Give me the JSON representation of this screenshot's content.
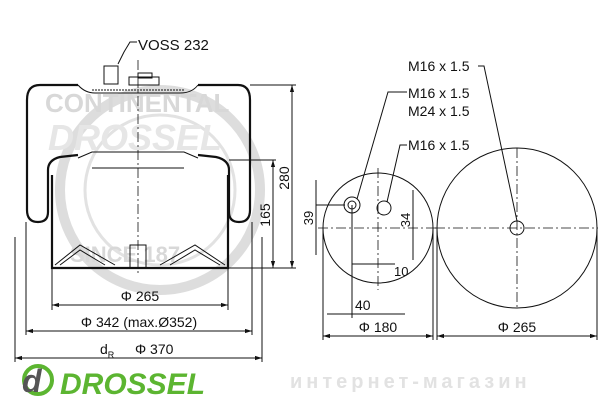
{
  "watermark": {
    "ring_text_top": "CONTINENTAL",
    "ring_text_bottom": "SINCE 187",
    "brand_faint": "DROSSEL",
    "subtitle_faint": "интернет-магазин"
  },
  "logo": {
    "letter": "d",
    "text": "DROSSEL",
    "color": "#5cb531"
  },
  "side_view": {
    "connector_label": "VOSS 232",
    "height_total": "280",
    "height_piston": "165",
    "dim_piston": "Φ 265",
    "dim_bellows": "Φ 342 (max.Ø352)",
    "dim_ref_prefix": "d",
    "dim_ref_sub": "R",
    "dim_ref": "Φ 370"
  },
  "top_view": {
    "label_1": "M16 x 1.5",
    "label_2": "M24 x 1.5",
    "label_3": "M16 x 1.5",
    "dim_39": "39",
    "dim_34": "34",
    "dim_10": "10",
    "dim_40": "40",
    "dim_diameter": "Φ 180"
  },
  "bottom_view": {
    "label": "M16 x 1.5",
    "dim_diameter": "Φ 265"
  }
}
